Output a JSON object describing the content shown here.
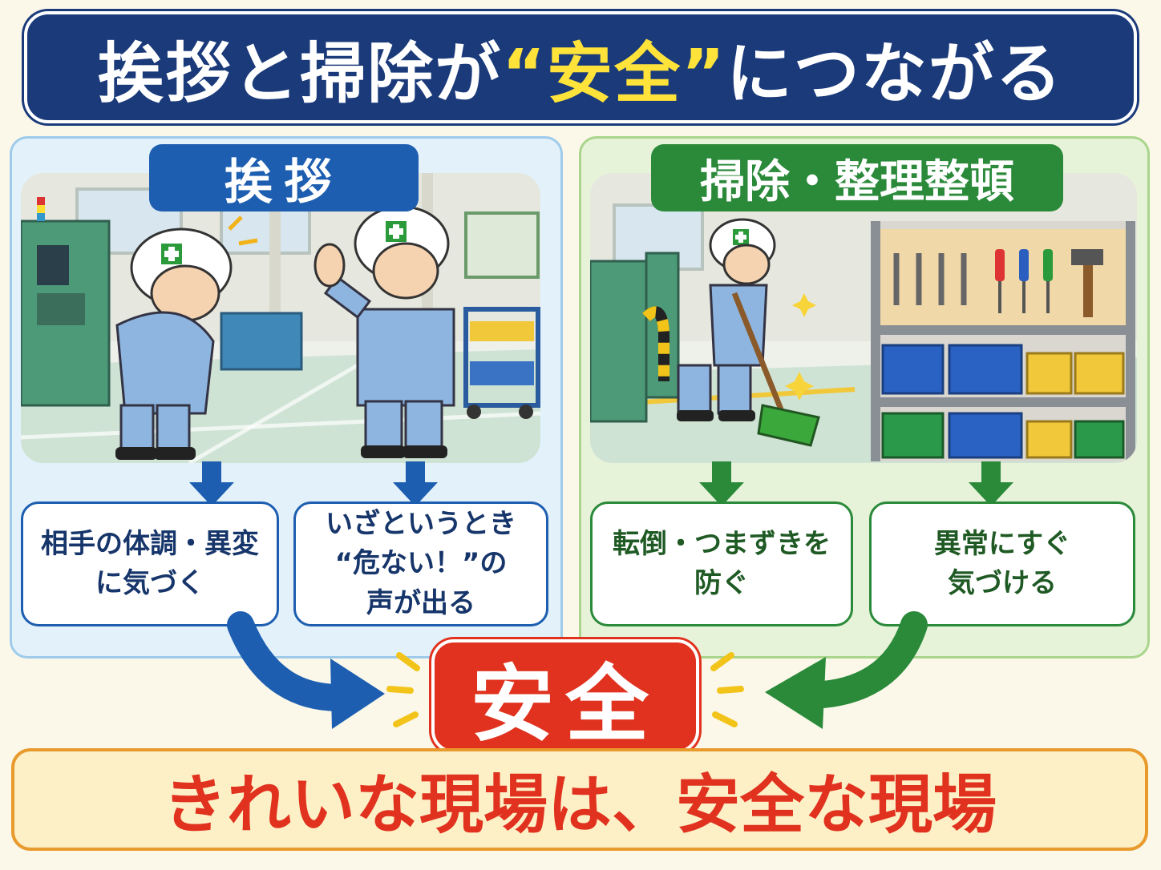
{
  "title": {
    "before": "挨拶と掃除が",
    "highlight": "“安全”",
    "after": "につながる"
  },
  "left_panel": {
    "label": "挨拶",
    "effects": [
      {
        "lines": [
          "相手の体調・異変",
          "に気づく"
        ]
      },
      {
        "lines": [
          "いざというとき",
          "“危ない！”の",
          "声が出る"
        ]
      }
    ]
  },
  "right_panel": {
    "label": "掃除・整理整頓",
    "effects": [
      {
        "lines": [
          "転倒・つまずきを",
          "防ぐ"
        ]
      },
      {
        "lines": [
          "異常にすぐ",
          "気づける"
        ]
      }
    ]
  },
  "result": {
    "label": "安全"
  },
  "slogan": {
    "text": "きれいな現場は、安全な現場"
  },
  "icons": [
    "hard-hat-cross-icon",
    "down-arrow-icon",
    "curved-arrow-icon",
    "sparkle-icon",
    "burst-icon"
  ],
  "colors": {
    "navy": "#1a3a7a",
    "highlight_yellow": "#ffe33a",
    "blue": "#1d5eb0",
    "green": "#2a8a3a",
    "red": "#e0321e",
    "orange": "#e89a2c"
  }
}
